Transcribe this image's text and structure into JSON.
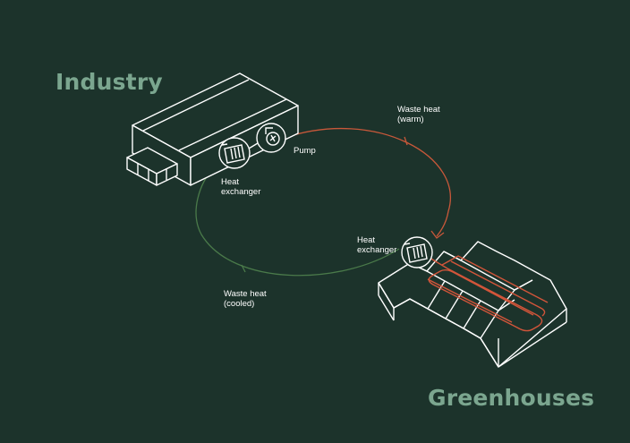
{
  "titles": {
    "industry": "Industry",
    "greenhouses": "Greenhouses"
  },
  "labels": {
    "waste_heat_warm": [
      "Waste heat",
      "(warm)"
    ],
    "waste_heat_cooled": [
      "Waste heat",
      "(cooled)"
    ],
    "pump": "Pump",
    "heat_exchanger_industry": [
      "Heat",
      "exchanger"
    ],
    "heat_exchanger_greenhouse": [
      "Heat",
      "exchanger"
    ]
  },
  "colors": {
    "background": "#1c332b",
    "title": "#7ba68f",
    "line": "#ffffff",
    "warm_flow": "#c8583a",
    "cooled_flow": "#4a7a4a",
    "heating_pipe": "#d2553a"
  },
  "icons": [
    "heat-exchanger-icon",
    "pump-icon",
    "industry-building",
    "greenhouse-building"
  ]
}
